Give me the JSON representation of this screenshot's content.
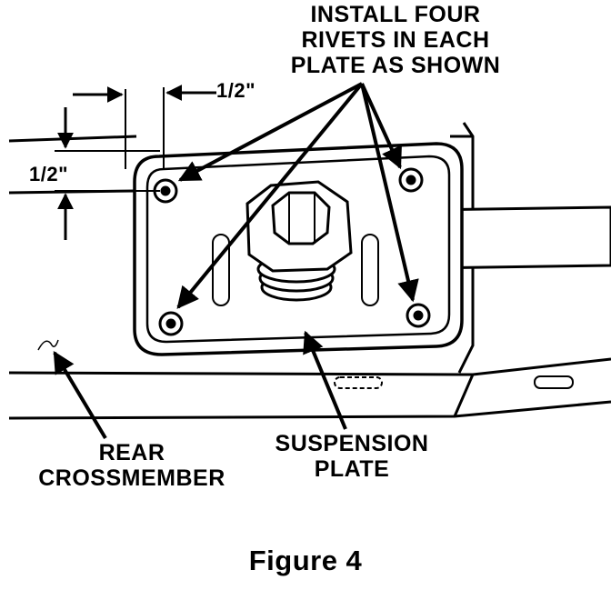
{
  "callouts": {
    "install_line1": "INSTALL FOUR",
    "install_line2": "RIVETS IN EACH",
    "install_line3": "PLATE AS SHOWN",
    "suspension_line1": "SUSPENSION",
    "suspension_line2": "PLATE",
    "rear_line1": "REAR",
    "rear_line2": "CROSSMEMBER"
  },
  "dimensions": {
    "horizontal": "1/2\"",
    "vertical": "1/2\""
  },
  "caption": "Figure 4"
}
